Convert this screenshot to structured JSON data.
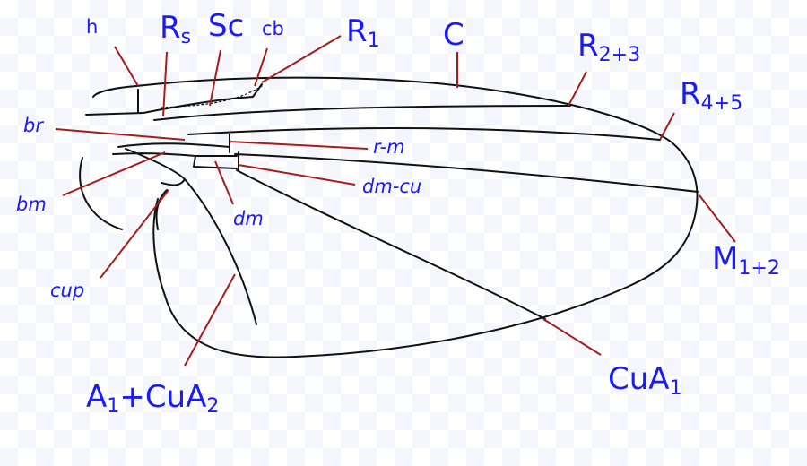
{
  "colors": {
    "label": "#1a1aff",
    "leader": "#a61c1c",
    "vein": "#111111"
  },
  "labels": {
    "h": "h",
    "Rs": "R",
    "Rs_sub": "s",
    "Sc": "Sc",
    "cb": "cb",
    "R1": "R",
    "R1_sub": "1",
    "C": "C",
    "R23": "R",
    "R23_sub": "2+3",
    "R45": "R",
    "R45_sub": "4+5",
    "br": "br",
    "rm": "r-m",
    "bm": "bm",
    "dmcu": "dm-cu",
    "dm": "dm",
    "M12": "M",
    "M12_sub": "1+2",
    "cup": "cup",
    "A1CuA2_a": "A",
    "A1CuA2_a_sub": "1",
    "A1CuA2_mid": "+CuA",
    "A1CuA2_b_sub": "2",
    "CuA1": "CuA",
    "CuA1_sub": "1"
  }
}
